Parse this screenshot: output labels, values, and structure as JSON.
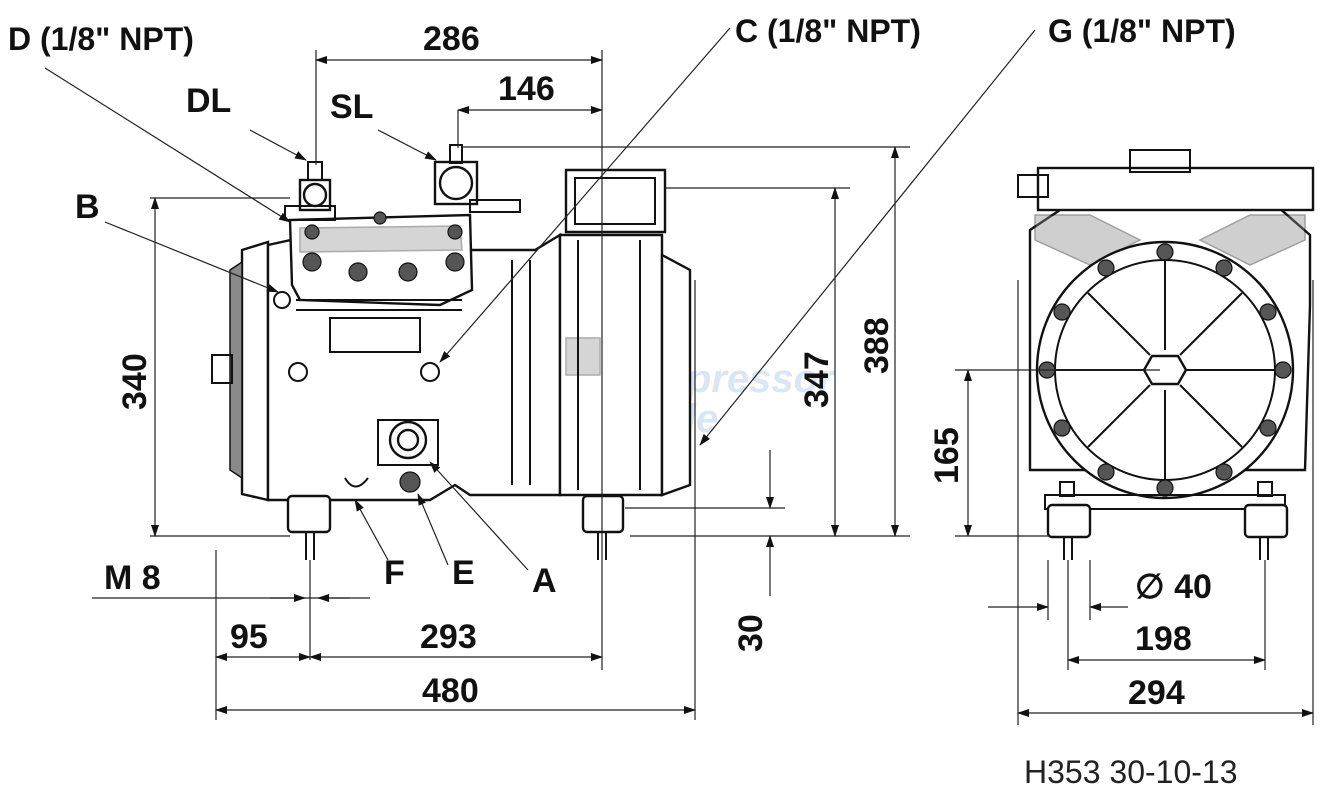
{
  "labels": {
    "d_port": "D (1/8\" NPT)",
    "c_port": "C (1/8\" NPT)",
    "g_port": "G (1/8\" NPT)",
    "dl": "DL",
    "sl": "SL",
    "b": "B",
    "a": "A",
    "e": "E",
    "f": "F",
    "m8": "M  8"
  },
  "dimensions": {
    "d286": "286",
    "d146": "146",
    "d340": "340",
    "d347": "347",
    "d388": "388",
    "d30": "30",
    "d95": "95",
    "d293": "293",
    "d480": "480",
    "d165": "165",
    "dia40": "∅  40",
    "d198": "198",
    "d294": "294"
  },
  "drawing_code": "H353 30-10-13",
  "watermark": {
    "line1": "Compressor",
    "line2": "Trade"
  },
  "colors": {
    "line": "#111111",
    "watermark": "#bcd3ea"
  }
}
